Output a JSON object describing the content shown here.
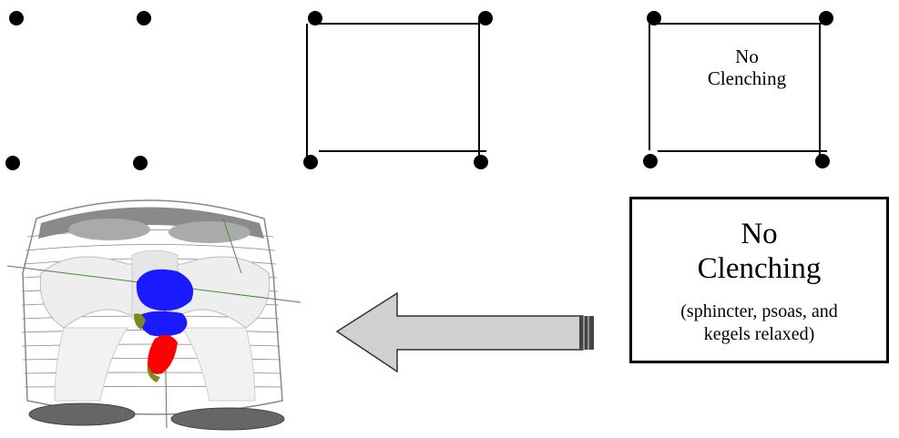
{
  "panels": {
    "dots_only": {},
    "square_outline": {},
    "square_labeled": {
      "label_line1": "No",
      "label_line2": "Clenching"
    }
  },
  "callout": {
    "title_line1": "No",
    "title_line2": "Clenching",
    "subtitle_line1": "(sphincter, psoas, and",
    "subtitle_line2": "kegels relaxed)"
  },
  "colors": {
    "dot": "#000000",
    "arrow_fill": "#d0d0d0",
    "muscle_upper": "#1a1aff",
    "muscle_lower": "#ff0000",
    "muscle_accent": "#7a8a20",
    "mesh_lines": "#7a7a7a",
    "bone": "#eeeeee"
  },
  "icons": {
    "arrow": "left-arrow",
    "figure": "pelvis-3d-model"
  }
}
